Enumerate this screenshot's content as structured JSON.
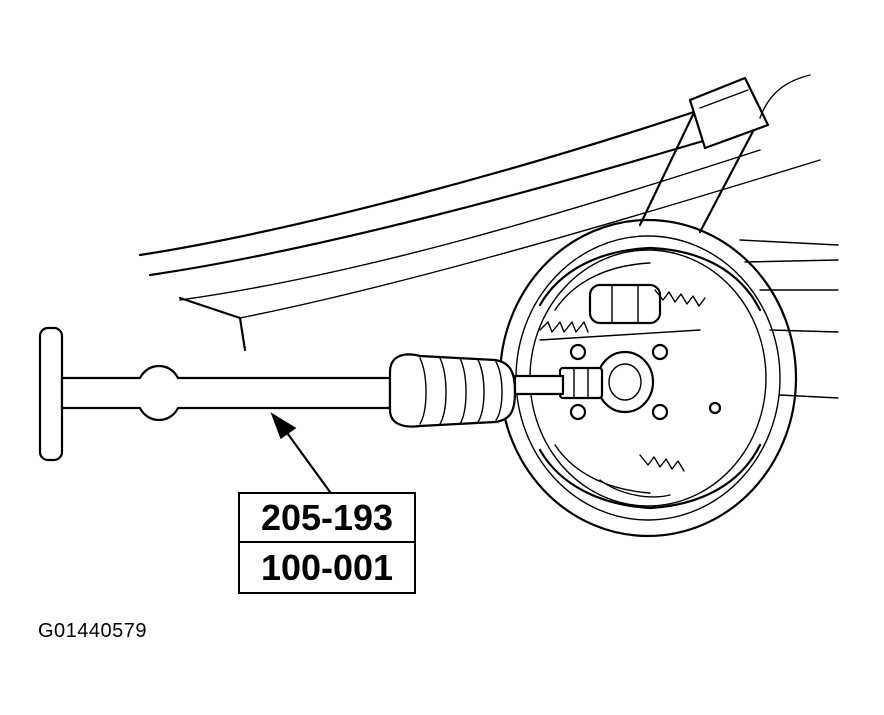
{
  "callout": {
    "tool_number_1": "205-193",
    "tool_number_2": "100-001"
  },
  "figure_id": "G01440579"
}
